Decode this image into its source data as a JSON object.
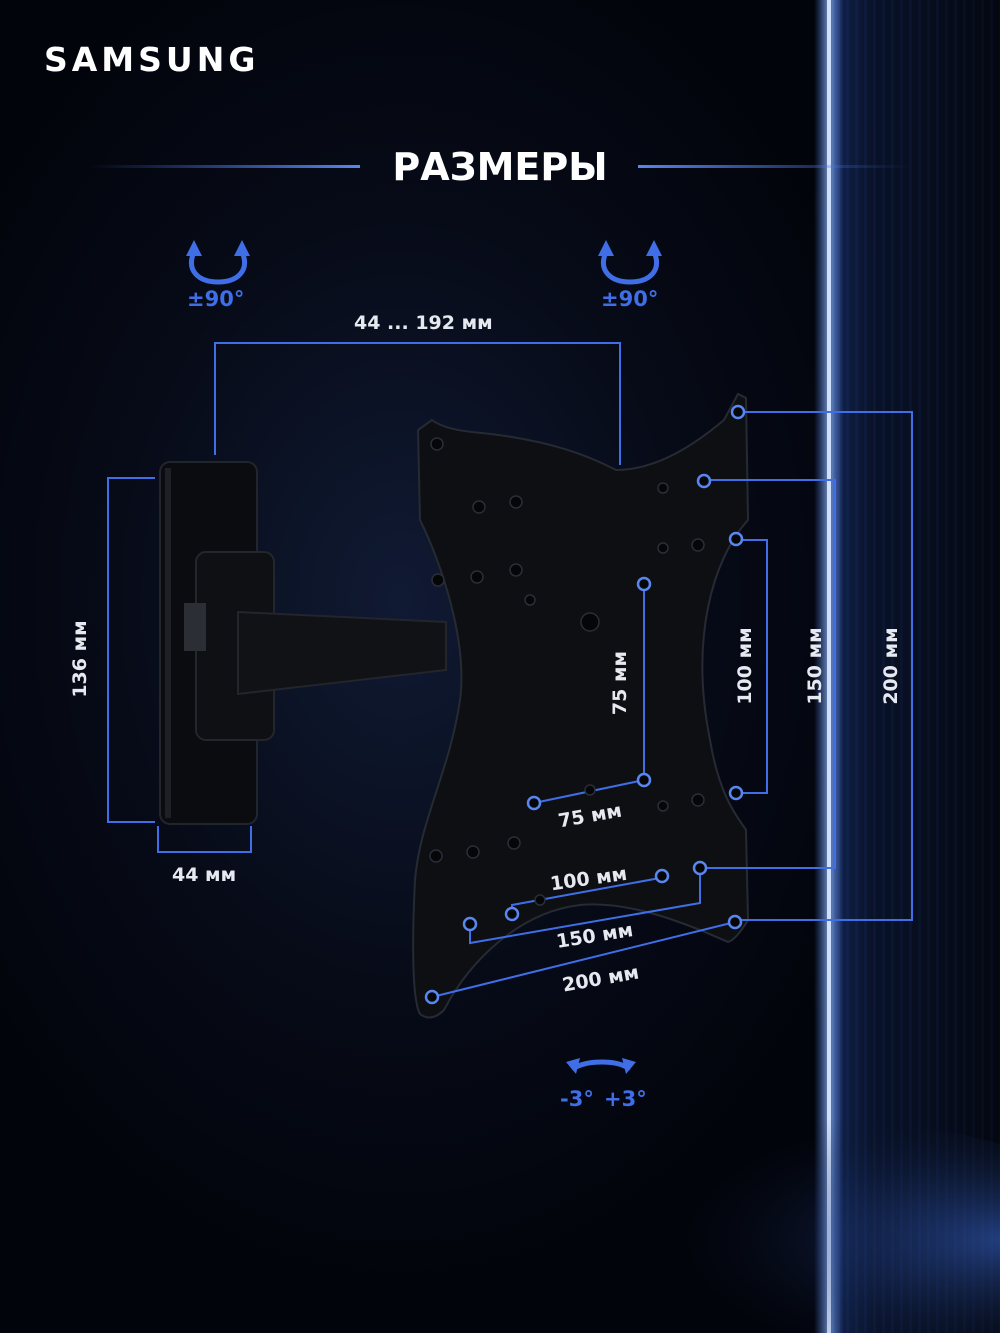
{
  "brand": "SAMSUNG",
  "title": "РАЗМЕРЫ",
  "rotation": {
    "left": "±90°",
    "right": "±90°",
    "tilt_minus": "-3°",
    "tilt_plus": "+3°"
  },
  "dimensions": {
    "arm_extension": "44 ... 192 мм",
    "wall_plate_height": "136 мм",
    "wall_plate_width": "44 мм",
    "vesa_75_v": "75 мм",
    "vesa_75_h": "75 мм",
    "vesa_100_v": "100 мм",
    "vesa_100_h": "100 мм",
    "vesa_150_v": "150 мм",
    "vesa_150_h": "150 мм",
    "vesa_200_v": "200 мм",
    "vesa_200_h": "200 мм"
  },
  "colors": {
    "accent": "#3f6ee6",
    "glow": "#4f86ff",
    "background": "#02040b",
    "bracket": "#0c0d10"
  },
  "icons": [
    "rotate-arrow-icon",
    "tilt-arrow-icon"
  ]
}
